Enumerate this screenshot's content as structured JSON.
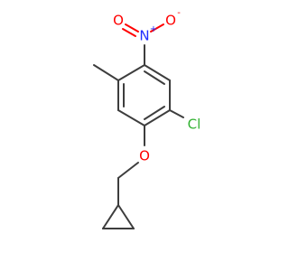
{
  "molecule": {
    "atoms": {
      "n": {
        "symbol": "N",
        "charge": "+",
        "color": "#1f2dff"
      },
      "o_double": {
        "symbol": "O",
        "color": "#ff0000"
      },
      "o_single": {
        "symbol": "O",
        "charge": "-",
        "color": "#ff0000"
      },
      "cl": {
        "symbol": "Cl",
        "color": "#33b233"
      },
      "o_ether": {
        "symbol": "O",
        "color": "#ff0000"
      }
    },
    "bond_color": "#3d3d3d"
  }
}
